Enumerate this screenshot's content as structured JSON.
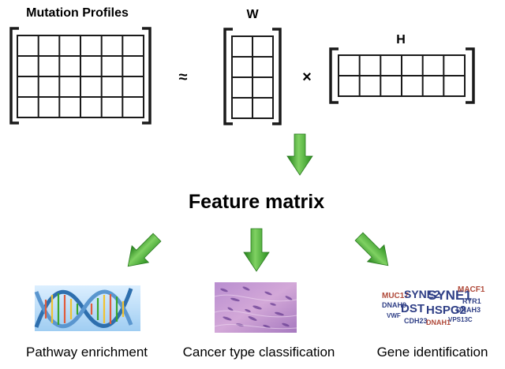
{
  "diagram": {
    "mutation_label": "Mutation Profiles",
    "w_label": "W",
    "h_label": "H",
    "approx_symbol": "≈",
    "times_symbol": "×",
    "feature_label": "Feature matrix",
    "matrices": {
      "mutation": {
        "rows": 4,
        "cols": 6
      },
      "w": {
        "rows": 4,
        "cols": 2
      },
      "h": {
        "rows": 2,
        "cols": 6
      }
    },
    "outputs": [
      {
        "label": "Pathway enrichment",
        "image": "dna-double-helix"
      },
      {
        "label": "Cancer type classification",
        "image": "histology-tissue-section"
      },
      {
        "label": "Gene identification",
        "image": "gene-word-cloud"
      }
    ],
    "word_cloud": [
      {
        "word": "MUC17",
        "color": "#b04a3a"
      },
      {
        "word": "SYNE2",
        "color": "#2f3f86"
      },
      {
        "word": "SYNE1",
        "color": "#2f3f86"
      },
      {
        "word": "MACF1",
        "color": "#b04a3a"
      },
      {
        "word": "DNAH9",
        "color": "#2f3f86"
      },
      {
        "word": "DST",
        "color": "#2f3f86"
      },
      {
        "word": "HSPG2",
        "color": "#2f3f86"
      },
      {
        "word": "DNAH3",
        "color": "#2f3f86"
      },
      {
        "word": "RYR1",
        "color": "#2f3f86"
      },
      {
        "word": "VWF",
        "color": "#2f3f86"
      },
      {
        "word": "CDH23",
        "color": "#2f3f86"
      },
      {
        "word": "DNAH1",
        "color": "#b04a3a"
      },
      {
        "word": "VPS13C",
        "color": "#2f3f86"
      }
    ],
    "colors": {
      "arrow": "#3aa52c",
      "grid": "#1a1a1a"
    }
  }
}
